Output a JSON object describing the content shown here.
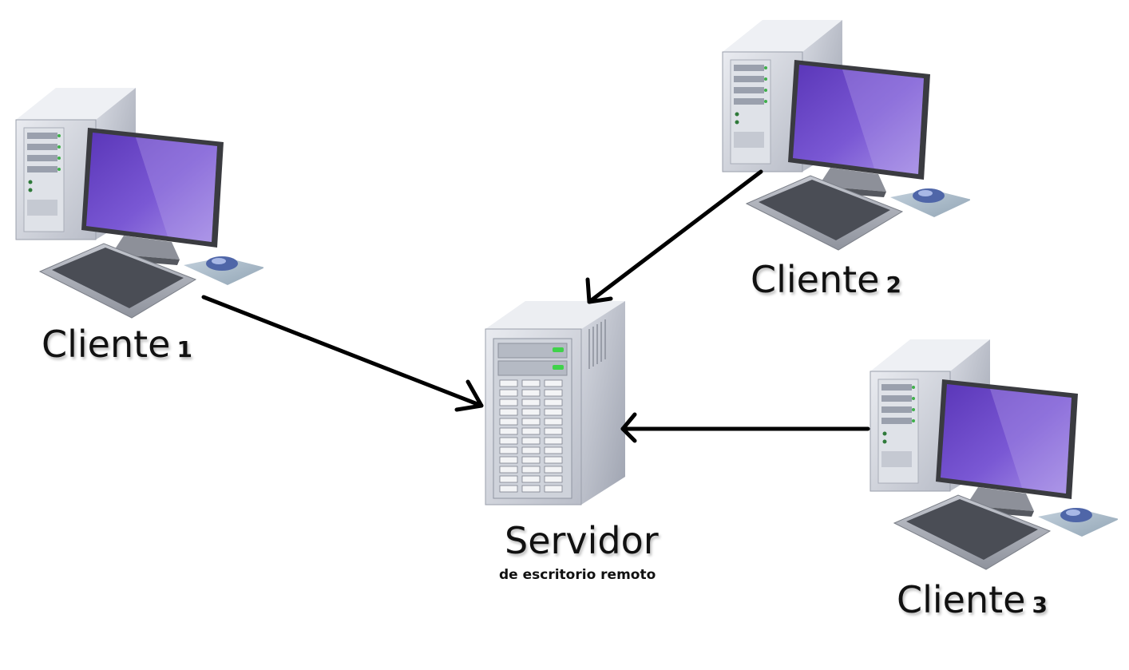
{
  "diagram": {
    "title": "Remote desktop client-server topology",
    "server": {
      "label": "Servidor",
      "sublabel": "de escritorio remoto"
    },
    "clients": [
      {
        "label": "Cliente",
        "number": "1"
      },
      {
        "label": "Cliente",
        "number": "2"
      },
      {
        "label": "Cliente",
        "number": "3"
      }
    ],
    "connections": [
      {
        "from": "Cliente 1",
        "to": "Servidor"
      },
      {
        "from": "Cliente 2",
        "to": "Servidor"
      },
      {
        "from": "Cliente 3",
        "to": "Servidor"
      }
    ],
    "colors": {
      "screen": "#6a48c4",
      "screen_light": "#9c82e0",
      "case": "#c9cdd6",
      "arrow": "#000000",
      "led": "#3fd24a"
    }
  }
}
